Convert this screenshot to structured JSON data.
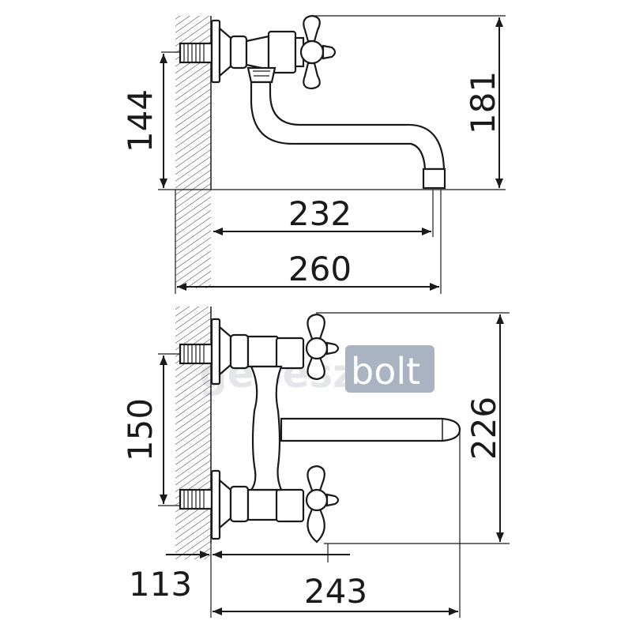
{
  "top_view": {
    "height_outlet": "144",
    "height_total": "181",
    "spout_reach": "232",
    "total_depth": "260"
  },
  "bottom_view": {
    "inlet_spacing": "150",
    "total_height": "226",
    "wall_offset": "113",
    "total_width": "243"
  },
  "watermark": {
    "part_a": "gépész",
    "part_b": "bolt"
  },
  "colors": {
    "line": "#1a1a1a",
    "watermark_box": "#a9b3c2",
    "watermark_text": "#e4e6ea"
  }
}
